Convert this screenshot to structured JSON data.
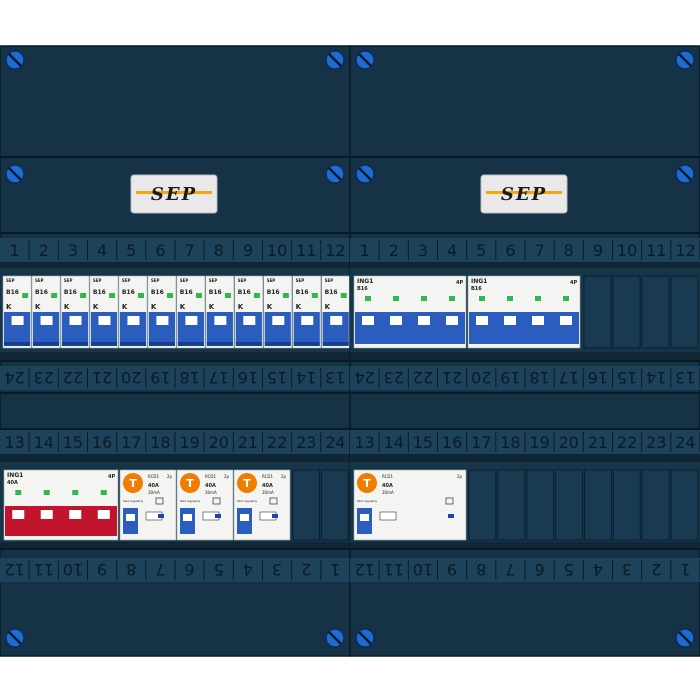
{
  "brand": "SEP",
  "colors": {
    "panel": "#163247",
    "panel_dark": "#0d1f2c",
    "rail": "#102636",
    "divider": "#0a1a25",
    "screw": "#1f6bd1",
    "breaker_blue": "#2b5dbf",
    "main_switch_red": "#c0152c",
    "rcd_badge_orange": "#f07d00",
    "device_white": "#f4f5f2",
    "led_green": "#30b84a"
  },
  "enclosures": [
    {
      "id": "left",
      "label_plate": "SEP",
      "row1_top_numbers": [
        "1",
        "2",
        "3",
        "4",
        "5",
        "6",
        "7",
        "8",
        "9",
        "10",
        "11",
        "12"
      ],
      "row1_bottom_numbers": [
        "24",
        "23",
        "22",
        "21",
        "20",
        "19",
        "18",
        "17",
        "16",
        "15",
        "14",
        "13"
      ],
      "row2_top_numbers": [
        "13",
        "14",
        "15",
        "16",
        "17",
        "18",
        "19",
        "20",
        "21",
        "22",
        "23",
        "24"
      ],
      "row2_bottom_numbers": [
        "12",
        "11",
        "10",
        "9",
        "8",
        "7",
        "6",
        "5",
        "4",
        "3",
        "2",
        "1"
      ],
      "row1_devices": [
        {
          "type": "mcb",
          "rating": "B16",
          "brand": "SEP"
        },
        {
          "type": "mcb",
          "rating": "B16",
          "brand": "SEP"
        },
        {
          "type": "mcb",
          "rating": "B16",
          "brand": "SEP"
        },
        {
          "type": "mcb",
          "rating": "B16",
          "brand": "SEP"
        },
        {
          "type": "mcb",
          "rating": "B16",
          "brand": "SEP"
        },
        {
          "type": "mcb",
          "rating": "B16",
          "brand": "SEP"
        },
        {
          "type": "mcb",
          "rating": "B16",
          "brand": "SEP"
        },
        {
          "type": "mcb",
          "rating": "B16",
          "brand": "SEP"
        },
        {
          "type": "mcb",
          "rating": "B16",
          "brand": "SEP"
        },
        {
          "type": "mcb",
          "rating": "B16",
          "brand": "SEP"
        },
        {
          "type": "mcb",
          "rating": "B16",
          "brand": "SEP"
        },
        {
          "type": "mcb",
          "rating": "B16",
          "brand": "SEP"
        }
      ],
      "row2_main_switch": {
        "label": "ING1",
        "rating": "40A",
        "poles": "4P"
      },
      "row2_rcds": [
        {
          "badge": "T",
          "model": "RCD1",
          "rating": "40A",
          "sensitivity": "30mA",
          "poles": "2p",
          "test_label": "Test regularly"
        },
        {
          "badge": "T",
          "model": "RCD1",
          "rating": "40A",
          "sensitivity": "30mA",
          "poles": "2p",
          "test_label": "Test regularly"
        },
        {
          "badge": "T",
          "model": "RCD1",
          "rating": "40A",
          "sensitivity": "30mA",
          "poles": "2p",
          "test_label": "Test regularly"
        }
      ]
    },
    {
      "id": "right",
      "label_plate": "SEP",
      "row1_top_numbers": [
        "1",
        "2",
        "3",
        "4",
        "5",
        "6",
        "7",
        "8",
        "9",
        "10",
        "11",
        "12"
      ],
      "row1_bottom_numbers": [
        "24",
        "23",
        "22",
        "21",
        "20",
        "19",
        "18",
        "17",
        "16",
        "15",
        "14",
        "13"
      ],
      "row2_top_numbers": [
        "13",
        "14",
        "15",
        "16",
        "17",
        "18",
        "19",
        "20",
        "21",
        "22",
        "23",
        "24"
      ],
      "row2_bottom_numbers": [
        "12",
        "11",
        "10",
        "9",
        "8",
        "7",
        "6",
        "5",
        "4",
        "3",
        "2",
        "1"
      ],
      "row1_devices": [
        {
          "type": "mcb4p",
          "label": "ING1",
          "rating": "B16",
          "poles": "4P"
        },
        {
          "type": "mcb4p",
          "label": "ING1",
          "rating": "B16",
          "poles": "4P"
        }
      ],
      "row2_rcds": [
        {
          "badge": "T",
          "model": "RCD1",
          "rating": "40A",
          "sensitivity": "30mA",
          "poles": "2p",
          "test_label": "Test regularly"
        }
      ]
    }
  ]
}
